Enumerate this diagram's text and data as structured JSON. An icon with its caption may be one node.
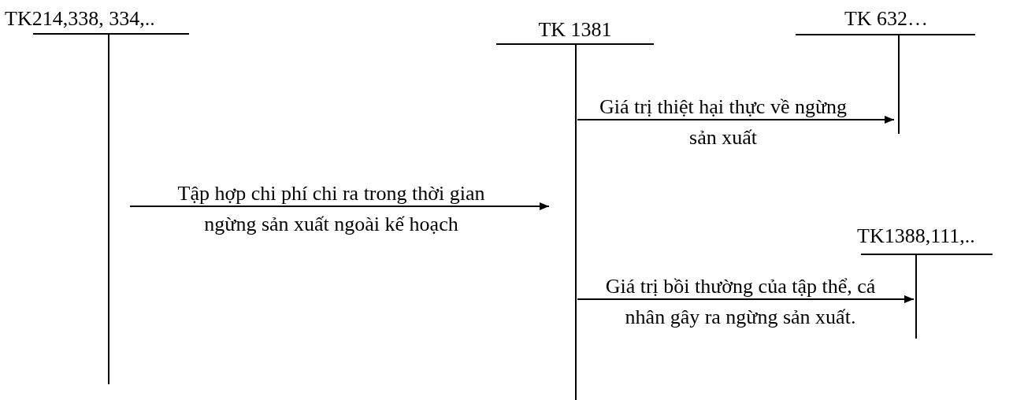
{
  "diagram": {
    "nodes": [
      {
        "text": [
          "TK214,338, 334,.."
        ]
      },
      {
        "text": [
          "TK 1381"
        ]
      },
      {
        "text": [
          "TK 632…"
        ]
      },
      {
        "text": [
          "TK1388,111,.."
        ]
      }
    ],
    "edges": [
      {
        "from": 0,
        "to": 1,
        "arrow": "to",
        "label": "Tập hợp chi phí chi ra trong thời gian ngừng sản xuất ngoài kế hoạch"
      },
      {
        "from": 1,
        "to": 2,
        "arrow": "to",
        "label": "Giá trị thiệt hại thực về ngừng sản xuất"
      },
      {
        "from": 1,
        "to": 3,
        "arrow": "to",
        "label": "Giá trị bồi thường của tập thể, cá nhân gây ra ngừng sản xuất."
      }
    ]
  }
}
